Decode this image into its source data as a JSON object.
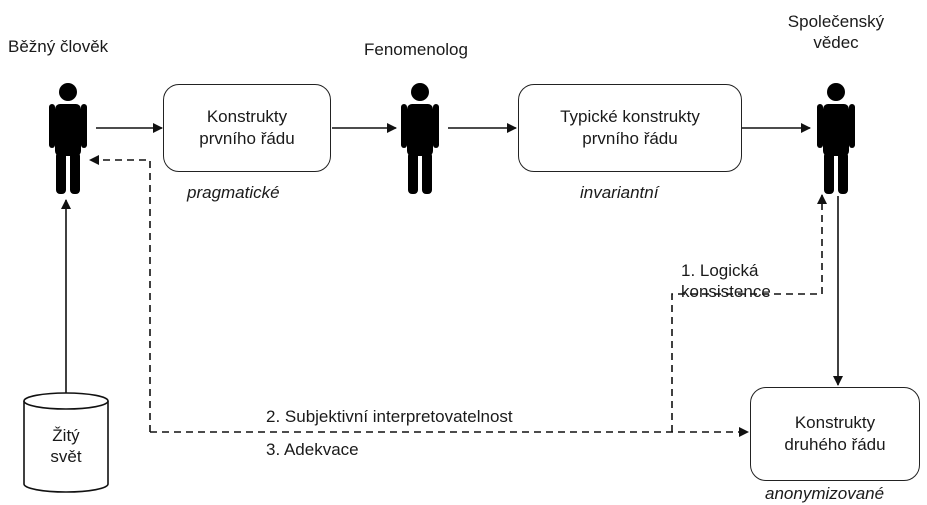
{
  "actors": {
    "common_person": "Běžný člověk",
    "phenomenologist": "Fenomenolog",
    "social_scientist_line1": "Společenský",
    "social_scientist_line2": "vědec"
  },
  "boxes": {
    "first_order": {
      "line1": "Konstrukty",
      "line2": "prvního řádu",
      "caption": "pragmatické"
    },
    "typical_first_order": {
      "line1": "Typické konstrukty",
      "line2": "prvního řádu",
      "caption": "invariantní"
    },
    "second_order": {
      "line1": "Konstrukty",
      "line2": "druhého řádu",
      "caption": "anonymizované"
    }
  },
  "cylinder": {
    "line1": "Žitý",
    "line2": "svět"
  },
  "criteria": {
    "logical_line1": "1. Logická",
    "logical_line2": "konsistence",
    "subjective": "2.  Subjektivní  interpretovatelnost",
    "adequacy": "3. Adekvace"
  }
}
